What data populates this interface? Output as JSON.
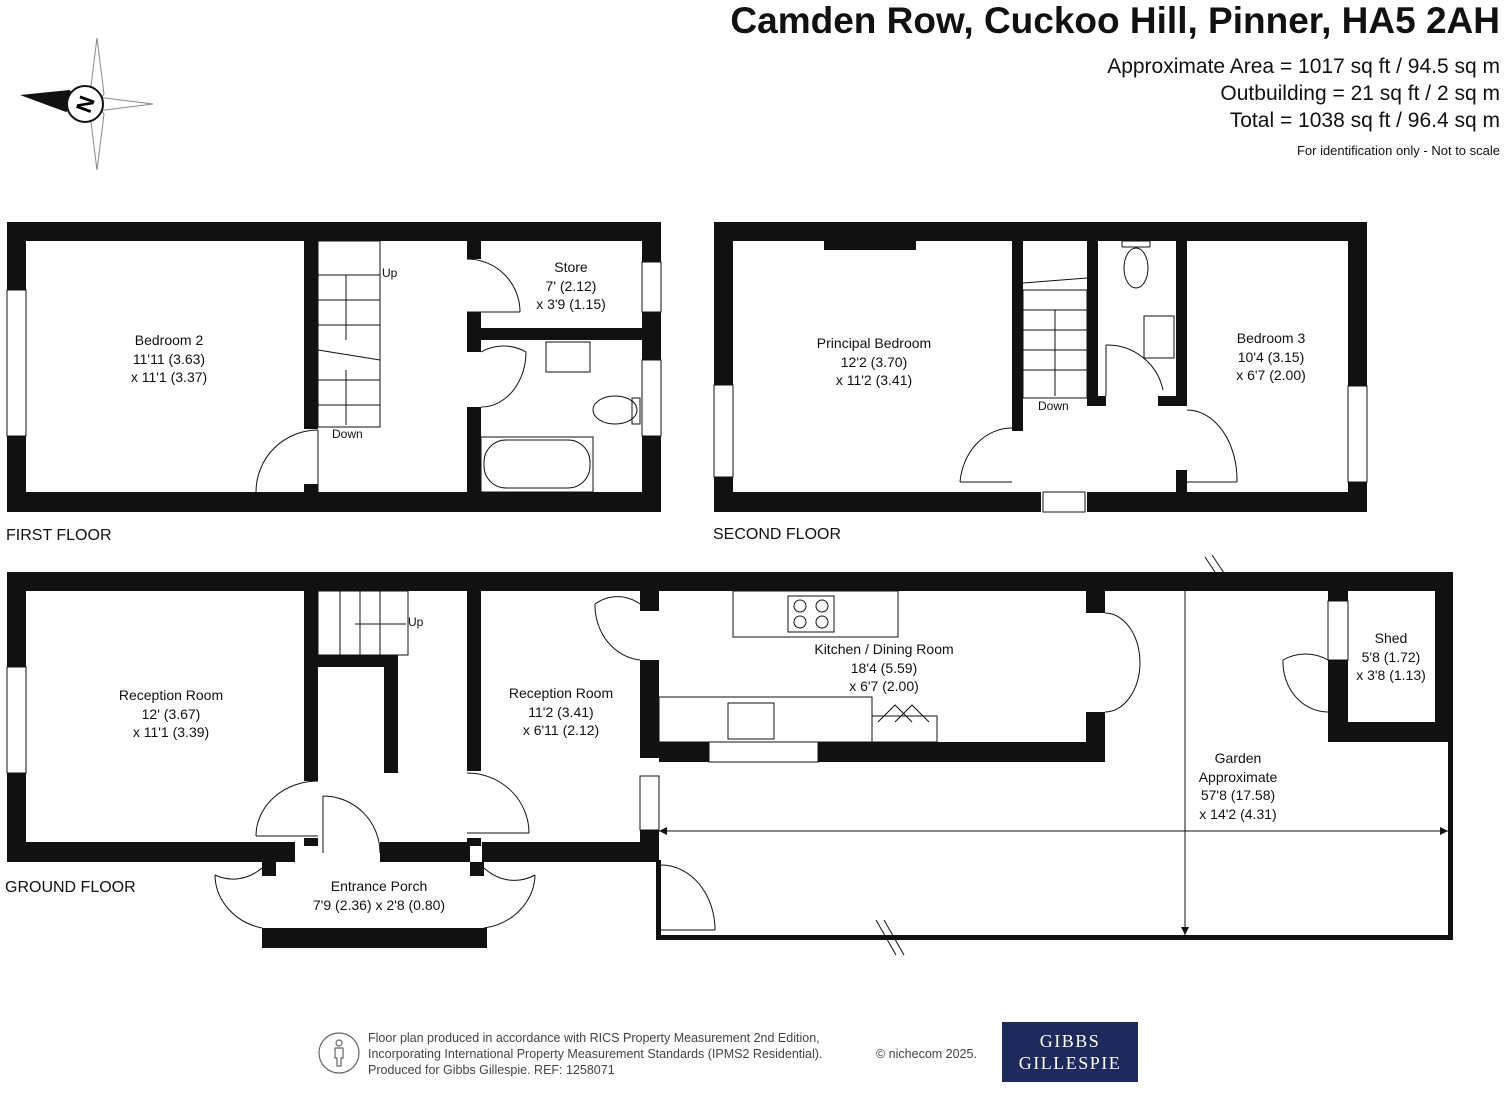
{
  "header": {
    "title": "Camden Row, Cuckoo Hill, Pinner, HA5 2AH",
    "area": "Approximate Area = 1017 sq ft / 94.5 sq m",
    "outbuilding": "Outbuilding = 21 sq ft / 2 sq m",
    "total": "Total = 1038 sq ft / 96.4 sq m",
    "note": "For identification only - Not to scale"
  },
  "compass": {
    "letter": "N",
    "icon": "compass-rose-icon"
  },
  "floors": {
    "first": "FIRST FLOOR",
    "second": "SECOND FLOOR",
    "ground": "GROUND FLOOR"
  },
  "rooms": {
    "bedroom2": {
      "name": "Bedroom 2",
      "dim1": "11'11 (3.63)",
      "dim2": "x 11'1 (3.37)"
    },
    "store": {
      "name": "Store",
      "dim1": "7' (2.12)",
      "dim2": "x 3'9 (1.15)"
    },
    "principal": {
      "name": "Principal Bedroom",
      "dim1": "12'2 (3.70)",
      "dim2": "x 11'2 (3.41)"
    },
    "bedroom3": {
      "name": "Bedroom 3",
      "dim1": "10'4 (3.15)",
      "dim2": "x 6'7 (2.00)"
    },
    "reception1": {
      "name": "Reception Room",
      "dim1": "12' (3.67)",
      "dim2": "x 11'1 (3.39)"
    },
    "reception2": {
      "name": "Reception Room",
      "dim1": "11'2 (3.41)",
      "dim2": "x 6'11 (2.12)"
    },
    "kitchen": {
      "name": "Kitchen / Dining Room",
      "dim1": "18'4 (5.59)",
      "dim2": "x 6'7 (2.00)"
    },
    "shed": {
      "name": "Shed",
      "dim1": "5'8 (1.72)",
      "dim2": "x 3'8 (1.13)"
    },
    "garden": {
      "name": "Garden",
      "name2": "Approximate",
      "dim1": "57'8 (17.58)",
      "dim2": "x 14'2 (4.31)"
    },
    "porch": {
      "name": "Entrance Porch",
      "dim1": "7'9 (2.36) x 2'8 (0.80)"
    }
  },
  "stairs": {
    "up": "Up",
    "down": "Down"
  },
  "footer": {
    "line1": "Floor plan produced in accordance with RICS Property Measurement 2nd Edition,",
    "line2": "Incorporating International Property Measurement Standards (IPMS2 Residential).",
    "line3": "Produced for Gibbs Gillespie.   REF:  1258071",
    "copyright": "© nichecom 2025.",
    "logo_line1": "GIBBS",
    "logo_line2": "GILLESPIE",
    "logo_color": "#1f2a5c"
  }
}
